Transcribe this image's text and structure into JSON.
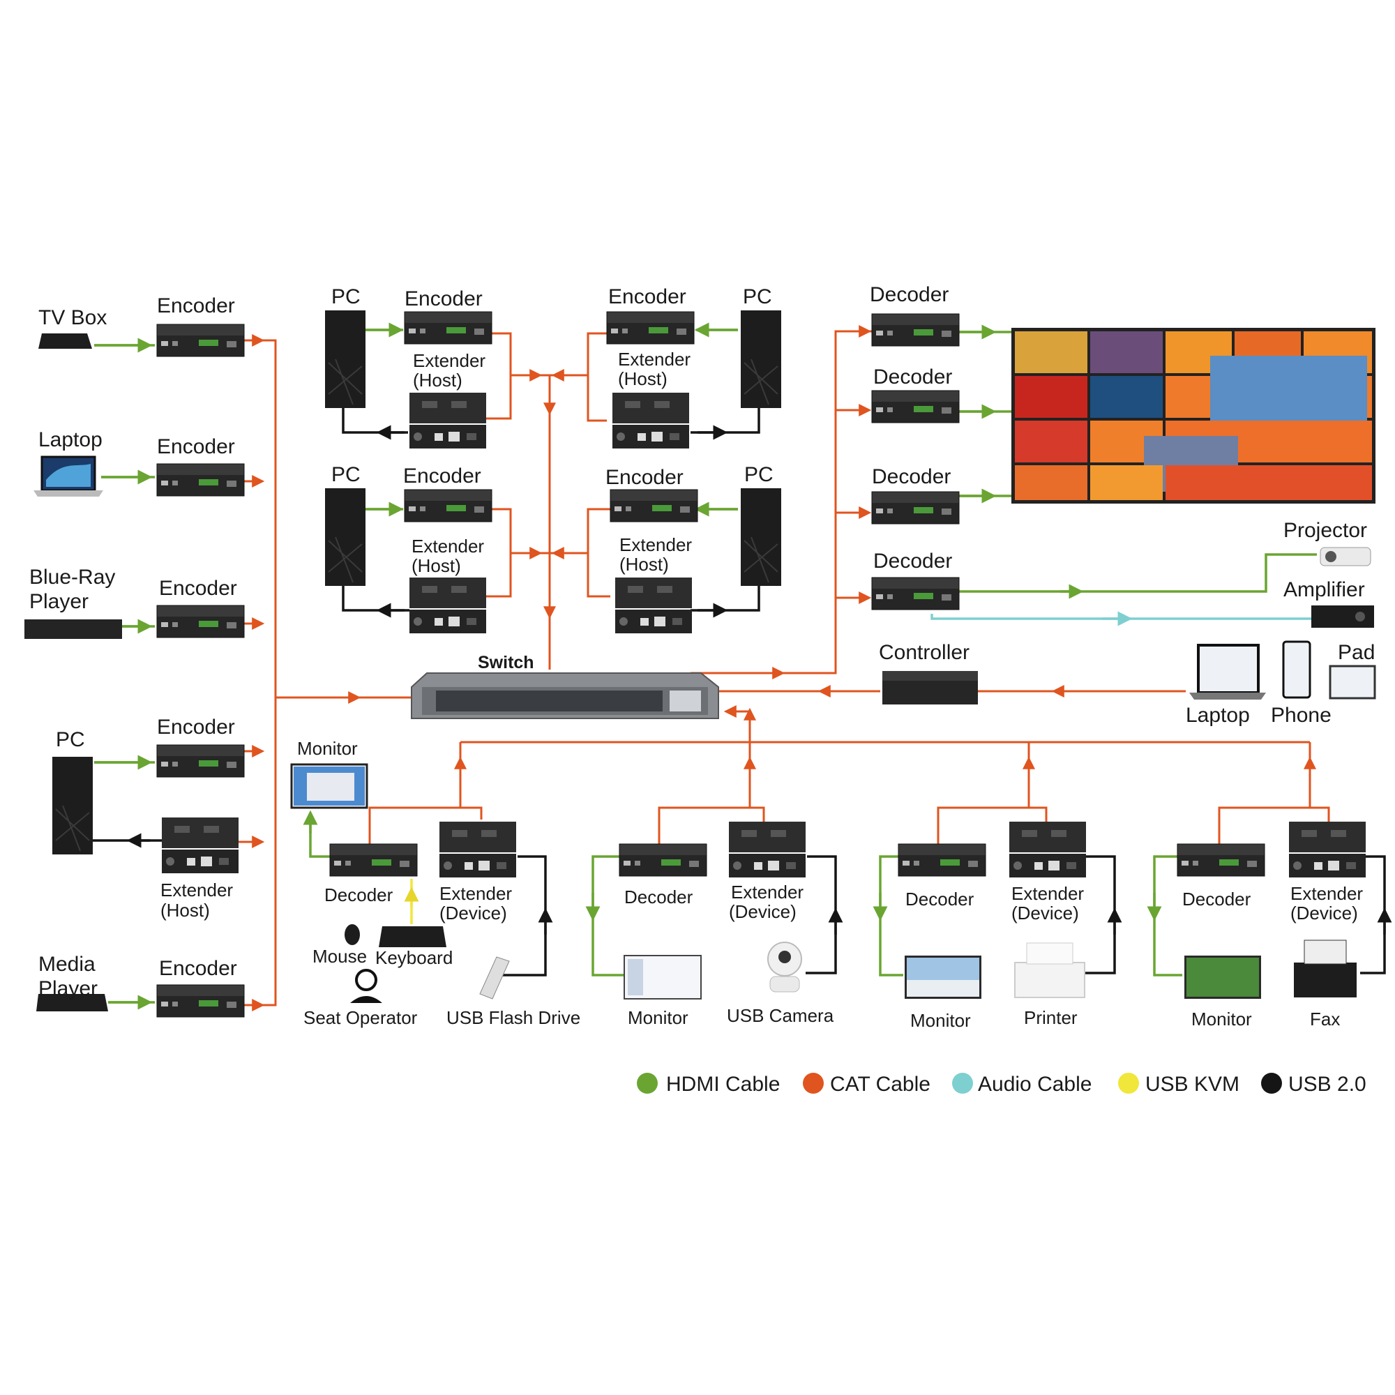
{
  "labels": {
    "tv_box": "TV Box",
    "laptop_left": "Laptop",
    "bluray_1": "Blue-Ray",
    "bluray_2": "Player",
    "pc_left": "PC",
    "media_1": "Media",
    "media_2": "Player",
    "encoder": "Encoder",
    "decoder": "Decoder",
    "pc": "PC",
    "extender_1": "Extender",
    "host": "(Host)",
    "device": "(Device)",
    "switch": "Switch",
    "controller": "Controller",
    "projector": "Projector",
    "amplifier": "Amplifier",
    "laptop": "Laptop",
    "phone": "Phone",
    "pad": "Pad",
    "monitor": "Monitor",
    "mouse": "Mouse",
    "keyboard": "Keyboard",
    "seat_operator": "Seat Operator",
    "usb_flash": "USB Flash Drive",
    "usb_camera": "USB Camera",
    "printer": "Printer",
    "fax": "Fax"
  },
  "legend": [
    {
      "label": "HDMI Cable",
      "color": "#6aa532"
    },
    {
      "label": "CAT Cable",
      "color": "#e0541f"
    },
    {
      "label": "Audio Cable",
      "color": "#7ecfd0"
    },
    {
      "label": "USB KVM",
      "color": "#f1e63a"
    },
    {
      "label": "USB 2.0",
      "color": "#151515"
    }
  ],
  "colors": {
    "hdmi": "#6aa532",
    "cat": "#e0541f",
    "audio": "#7ecfd0",
    "usb_kvm": "#f1e63a",
    "usb": "#151515",
    "device_body": "#2b2b2b"
  }
}
